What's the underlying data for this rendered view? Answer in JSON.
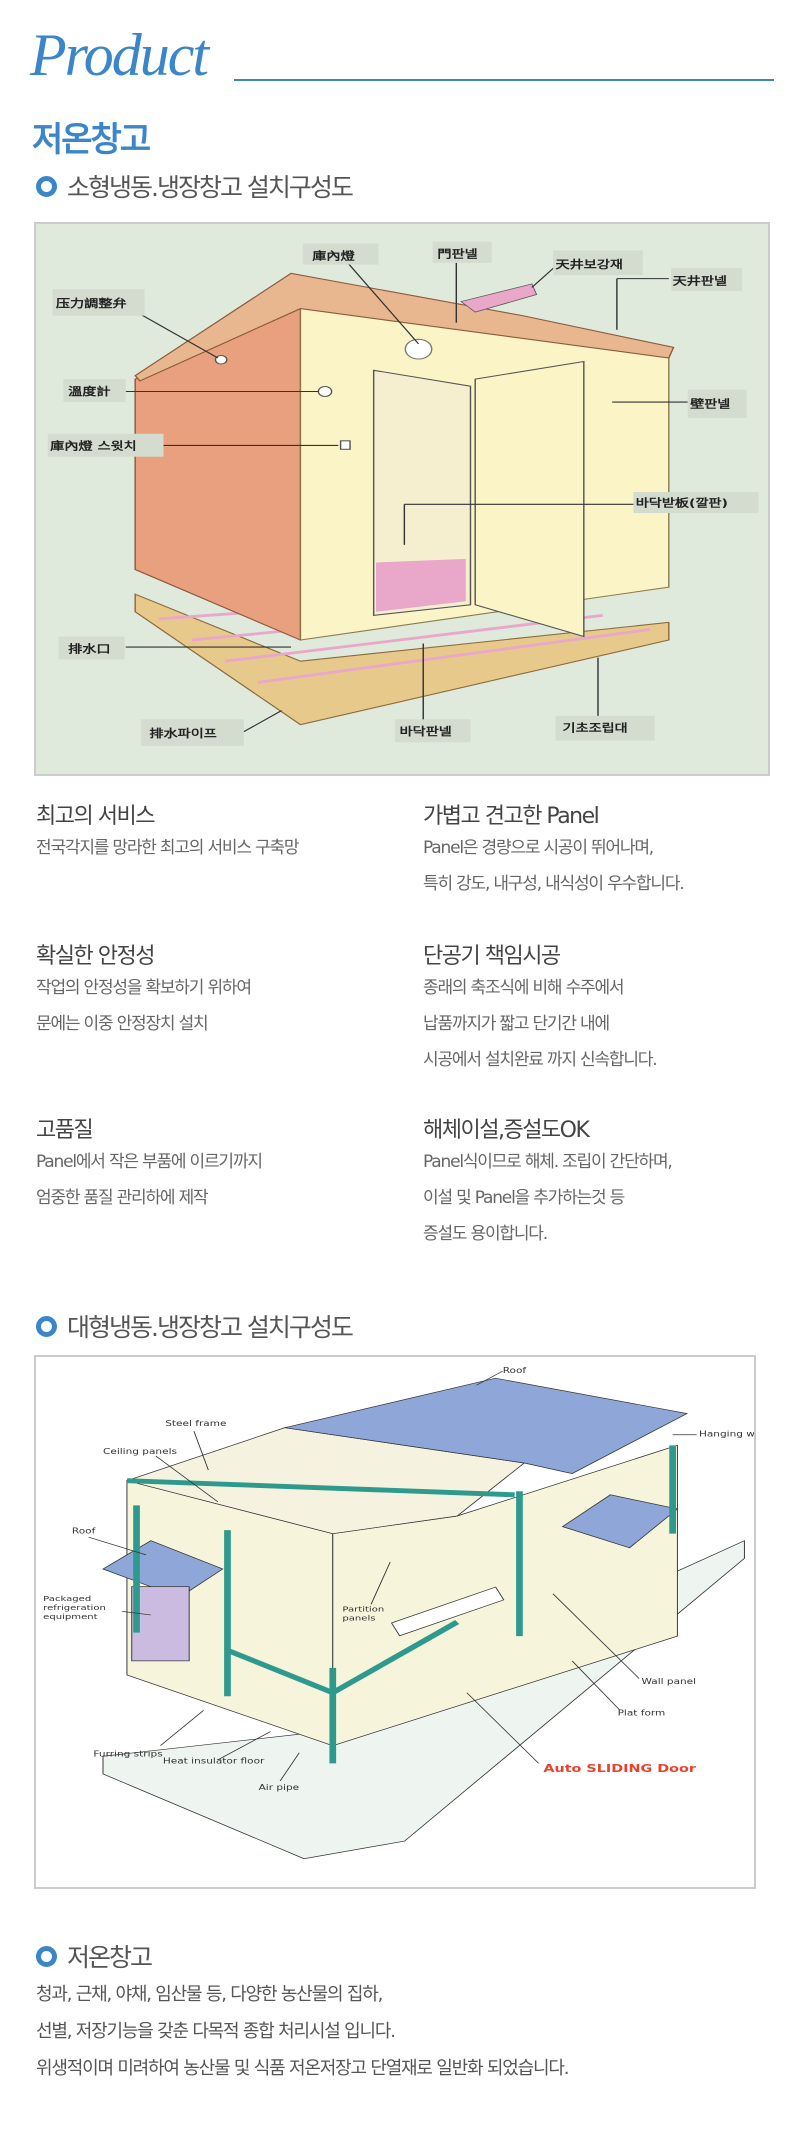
{
  "header": {
    "title": "Product",
    "subtitle": "저온창고"
  },
  "sections": [
    {
      "heading": "소형냉동.냉장창고 설치구성도"
    },
    {
      "heading": "대형냉동.냉장창고 설치구성도"
    },
    {
      "heading": "저온창고"
    }
  ],
  "diagram_small": {
    "labels": [
      "庫內燈",
      "門판넬",
      "天井보강재",
      "天井판넬",
      "压力調整弁",
      "溫度計",
      "壁판넬",
      "庫內燈 스윗치",
      "바닥받板(깔판)",
      "排水口",
      "排水파이프",
      "바닥판넬",
      "기초조립대"
    ],
    "colors": {
      "background": "#dfe9dc",
      "panel_side": "#e9a07f",
      "panel_front": "#fbf4c6",
      "floor": "#e9a7c9"
    }
  },
  "diagram_large": {
    "labels": [
      "Roof",
      "Steel frame",
      "Ceiling panels",
      "Hanging wall",
      "Roof",
      "Packaged refrigeration equipment",
      "Partition panels",
      "Wall panel",
      "Plat form",
      "Furring strips",
      "Heat insulator floor",
      "Air pipe",
      "Auto SLIDING Door"
    ],
    "colors": {
      "roof": "#8ea6d8",
      "frame": "#2e9a8e",
      "highlight": "#e8432a"
    }
  },
  "features": [
    {
      "title": "최고의 서비스",
      "lines": [
        "전국각지를 망라한 최고의 서비스 구축망"
      ]
    },
    {
      "title": "가볍고 견고한 Panel",
      "lines": [
        "Panel은 경량으로 시공이 뛰어나며,",
        "특히 강도, 내구성, 내식성이 우수합니다."
      ]
    },
    {
      "title": "확실한 안정성",
      "lines": [
        "작업의 안정성을 확보하기 위하여",
        "문에는 이중 안정장치 설치"
      ]
    },
    {
      "title": "단공기 책임시공",
      "lines": [
        "종래의 축조식에 비해 수주에서",
        "납품까지가 짧고 단기간 내에",
        "시공에서 설치완료 까지 신속합니다."
      ]
    },
    {
      "title": "고품질",
      "lines": [
        "Panel에서 작은 부품에 이르기까지",
        "엄중한 품질 관리하에 제작"
      ]
    },
    {
      "title": "해체이설,증설도OK",
      "lines": [
        "Panel식이므로 해체. 조립이 간단하며,",
        "이설 및 Panel을 추가하는것 등",
        "증설도 용이합니다."
      ]
    }
  ],
  "description": {
    "lines": [
      "청과, 근채, 야채, 임산물 등, 다양한 농산물의 집하,",
      "선별, 저장기능을 갖춘 다목적 종합 처리시설 입니다.",
      "위생적이며 미려하여 농산물 및 식품 저온저장고 단열재로 일반화 되었습니다."
    ]
  },
  "accent_color": "#3a86c8"
}
